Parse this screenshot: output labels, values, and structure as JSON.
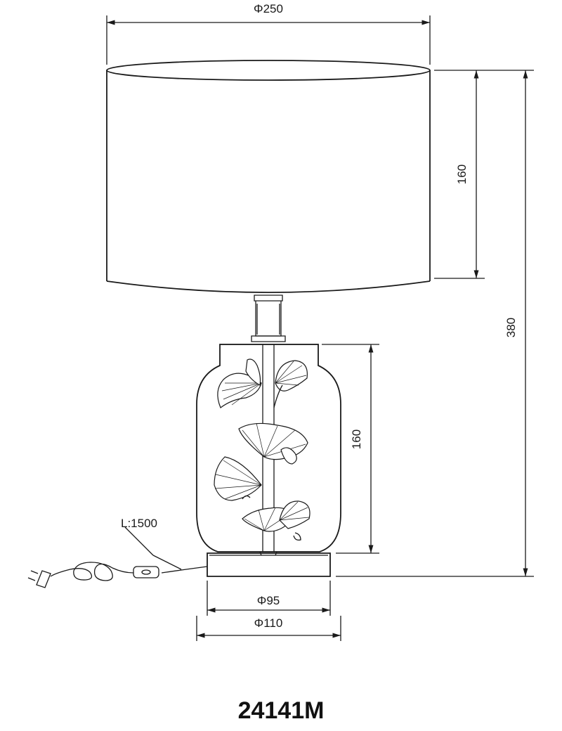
{
  "dimensions": {
    "shade_diameter": "Φ250",
    "shade_height": "160",
    "total_height": "380",
    "base_height": "160",
    "cord_length": "L:1500",
    "base_top_diameter": "Φ95",
    "base_bottom_diameter": "Φ110"
  },
  "model": "24141M"
}
